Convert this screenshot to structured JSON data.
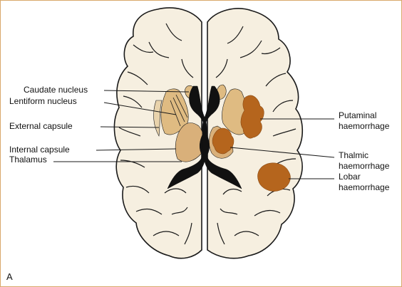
{
  "figure_letter": "A",
  "labels_left": {
    "caudate": "Caudate nucleus",
    "lentiform": "Lentiform nucleus",
    "external_capsule": "External capsule",
    "internal_capsule": "Internal capsule",
    "thalamus": "Thalamus"
  },
  "labels_right": {
    "putaminal_1": "Putaminal",
    "putaminal_2": "haemorrhage",
    "thalamic_1": "Thalmic",
    "thalamic_2": "haemorrhage",
    "lobar_1": "Lobar",
    "lobar_2": "haemorrhage"
  },
  "colors": {
    "brain": "#f6efe0",
    "nucleus": "#dfbb82",
    "thalamus": "#d9b07a",
    "haemorrhage": "#b5651d",
    "ventricle": "#111111",
    "frame": "#d9a86a"
  }
}
